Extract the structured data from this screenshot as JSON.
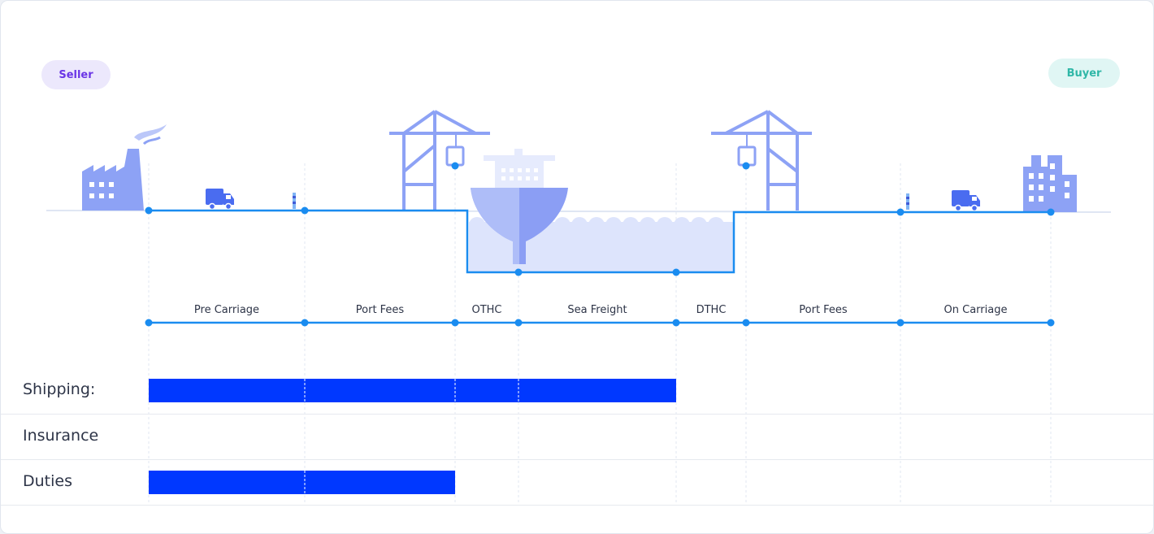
{
  "parties": {
    "seller": "Seller",
    "buyer": "Buyer"
  },
  "stages": [
    "Pre Carriage",
    "Port Fees",
    "OTHC",
    "Sea Freight",
    "DTHC",
    "Port Fees",
    "On Carriage"
  ],
  "rows": [
    {
      "label": "Shipping:",
      "covered_stages": 4
    },
    {
      "label": "Insurance",
      "covered_stages": 0
    },
    {
      "label": "Duties",
      "covered_stages": 2
    }
  ],
  "colors": {
    "accent": "#1a8cf0",
    "bar": "#0038ff",
    "illustration": "#8da2f5",
    "water": "#dde4fc",
    "seller_bg": "#ece8fc",
    "seller_text": "#6a35e6",
    "buyer_bg": "#e0f6f4",
    "buyer_text": "#2fb7a7"
  }
}
